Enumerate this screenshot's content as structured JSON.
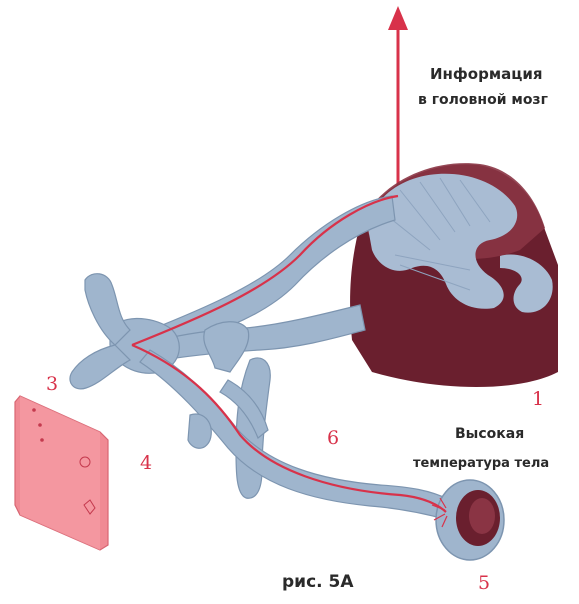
{
  "colors": {
    "nerve_blue": "#9fb5cd",
    "nerve_shade": "#7d95b0",
    "cord_dark": "#6a1f2e",
    "pathway_red": "#d8324a",
    "receptor_pink": "#f08a94"
  },
  "labels": {
    "info_line1": "Информация",
    "info_line2": "в головной мозг",
    "temp_line1": "Высокая",
    "temp_line2": "температура тела",
    "caption": "рис. 5А"
  },
  "numbers": {
    "n1": "1",
    "n3": "3",
    "n4": "4",
    "n5": "5",
    "n6": "6"
  }
}
